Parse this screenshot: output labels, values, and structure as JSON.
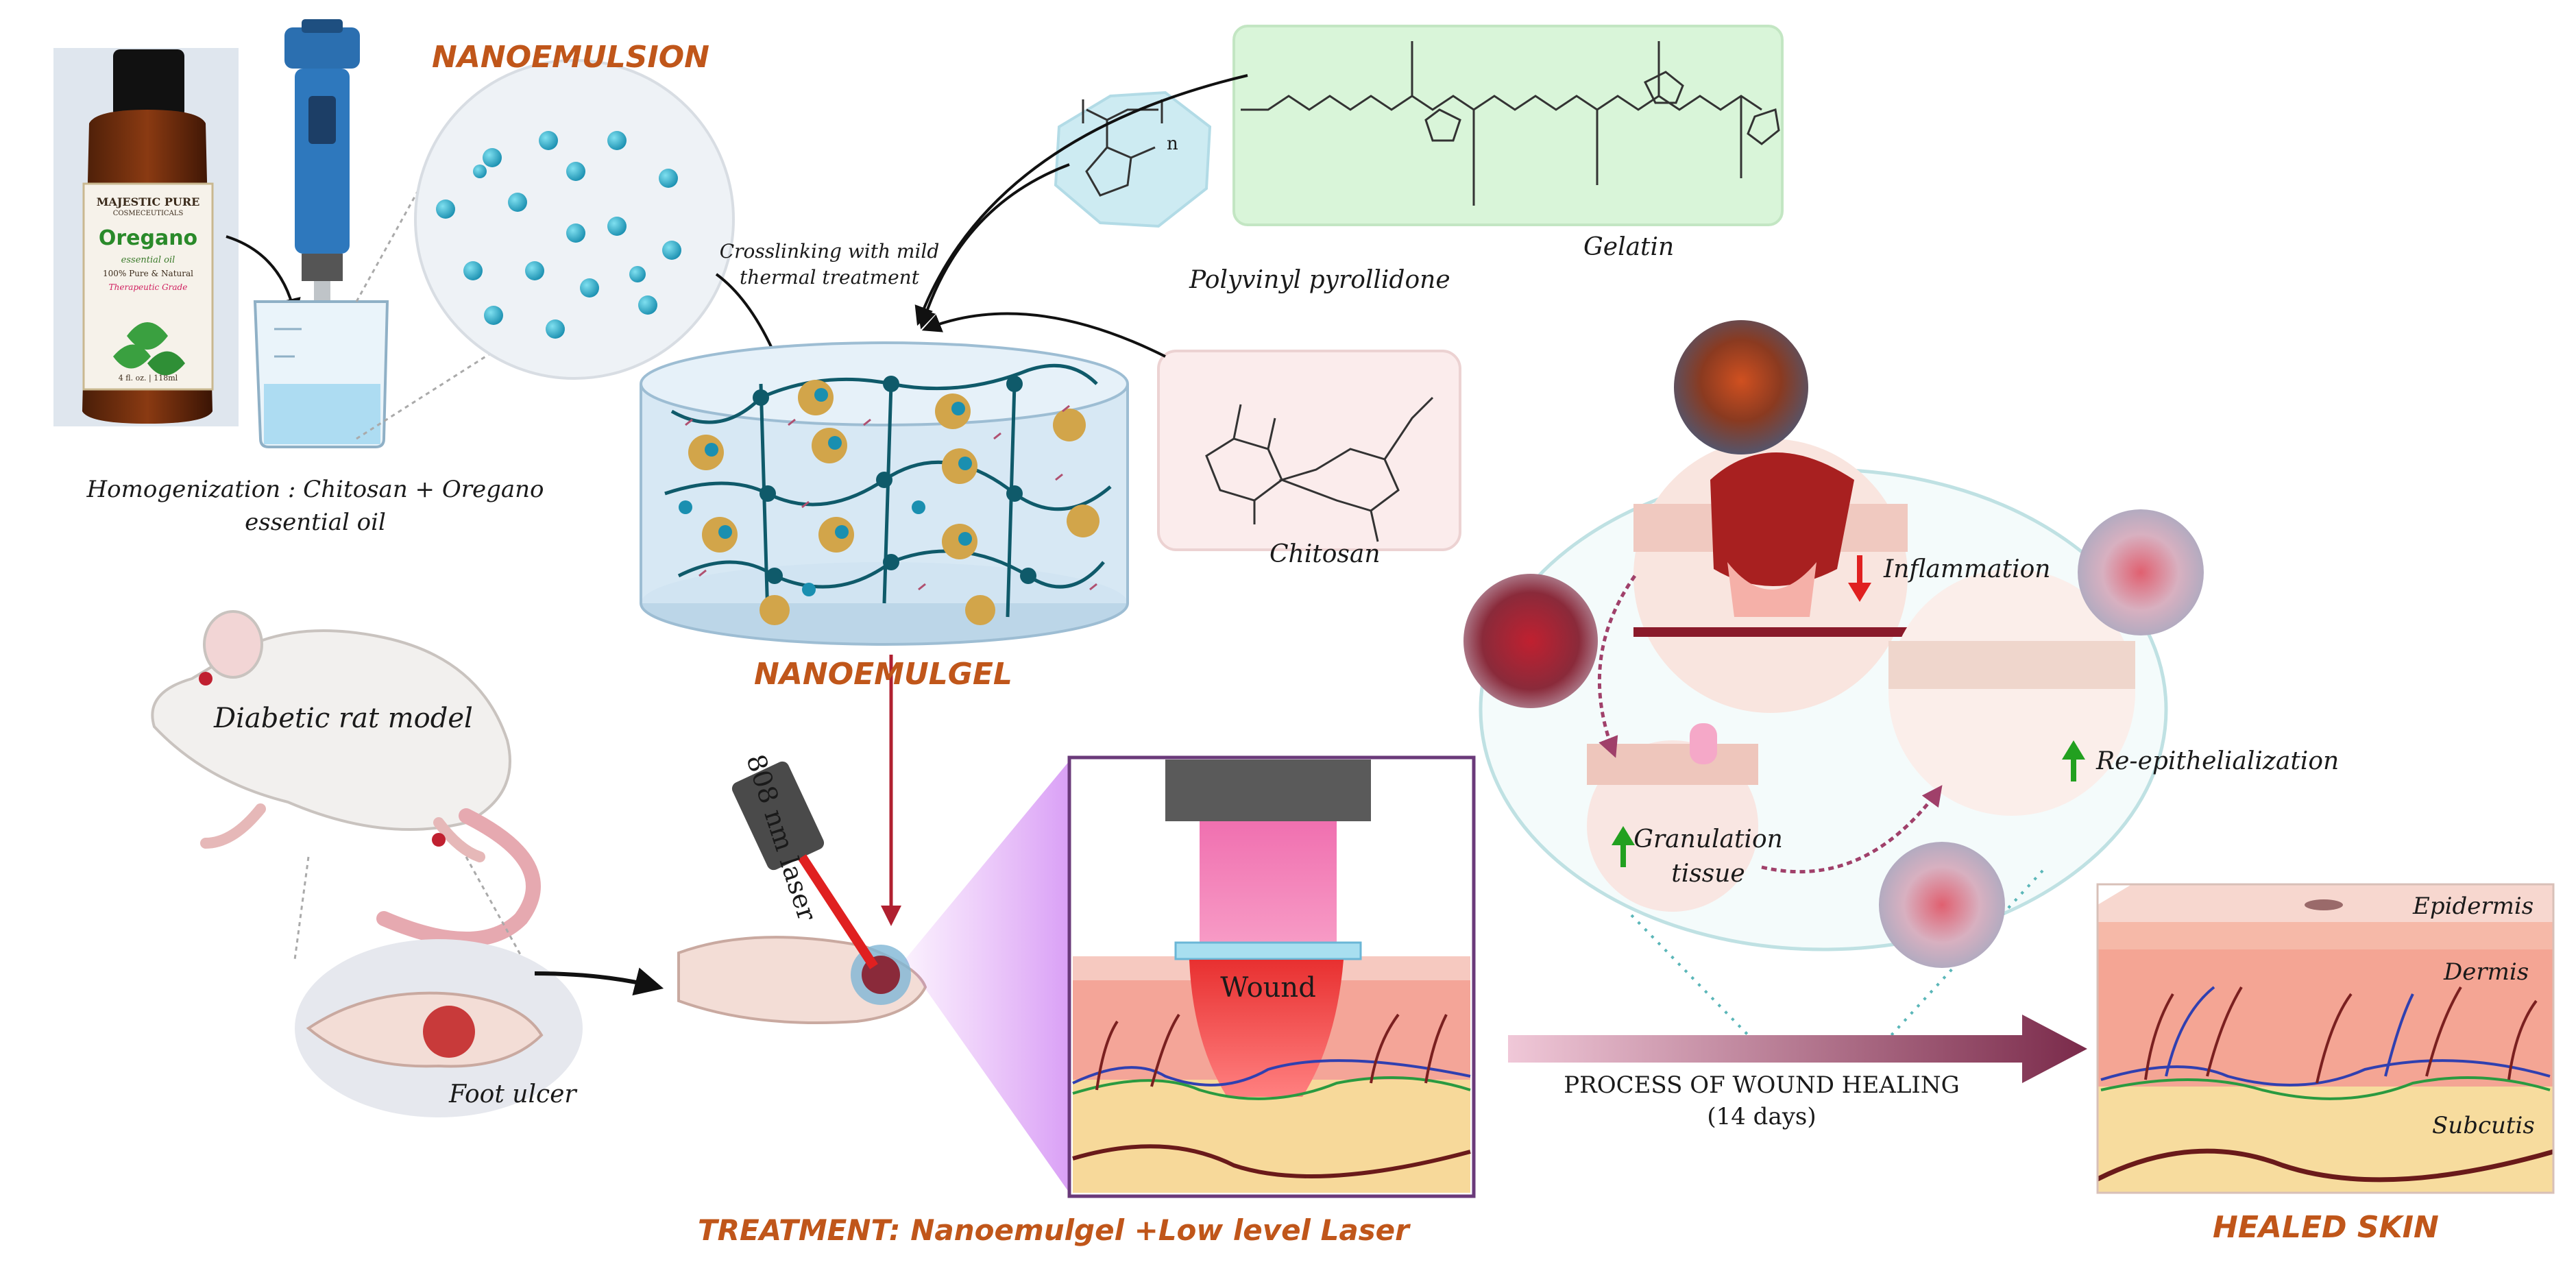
{
  "titles": {
    "nanoemulsion": "NANOEMULSION",
    "nanoemulgel": "NANOEMULGEL",
    "treatment": "TREATMENT: Nanoemulgel +Low level Laser",
    "healed_skin": "HEALED SKIN"
  },
  "prep": {
    "homogenization_line1": "Homogenization : Chitosan + Oregano",
    "homogenization_line2": "essential oil",
    "crosslinking_line1": "Crosslinking with mild",
    "crosslinking_line2": "thermal treatment"
  },
  "bottle": {
    "brand": "MAJESTIC PURE",
    "subbrand": "COSMECEUTICALS",
    "product": "Oregano",
    "line1": "essential oil",
    "line2": "100% Pure & Natural",
    "line3": "Therapeutic Grade",
    "volume": "4 fl. oz. | 118ml"
  },
  "polymers": {
    "gelatin": "Gelatin",
    "pvp": "Polyvinyl pyrollidone",
    "chitosan": "Chitosan",
    "pvp_n": "n"
  },
  "animal": {
    "model": "Diabetic rat model",
    "ulcer": "Foot ulcer"
  },
  "treatment": {
    "laser": "808 nm laser",
    "wound": "Wound"
  },
  "healing": {
    "inflammation": "Inflammation",
    "re_epithelialization": "Re-epithelialization",
    "granulation_line1": "Granulation",
    "granulation_line2": "tissue",
    "process_line1": "PROCESS OF WOUND HEALING",
    "process_line2": "(14 days)"
  },
  "skin_layers": {
    "epidermis": "Epidermis",
    "dermis": "Dermis",
    "subcutis": "Subcutis"
  },
  "colors": {
    "title_orange": "#c0561a",
    "arrow_down_red": "#e02020",
    "arrow_up_green": "#22a020",
    "process_arrow": "#7a2a4a"
  }
}
